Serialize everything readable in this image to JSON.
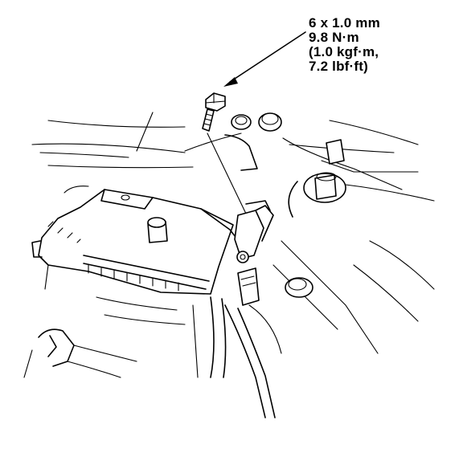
{
  "torque_spec": {
    "bolt_size": "6 x 1.0 mm",
    "torque_nm": "9.8 N·m",
    "torque_kgfm": "(1.0 kgf·m,",
    "torque_lbfft": "7.2 lbf·ft)"
  },
  "colors": {
    "line": "#000000",
    "background": "#ffffff"
  }
}
